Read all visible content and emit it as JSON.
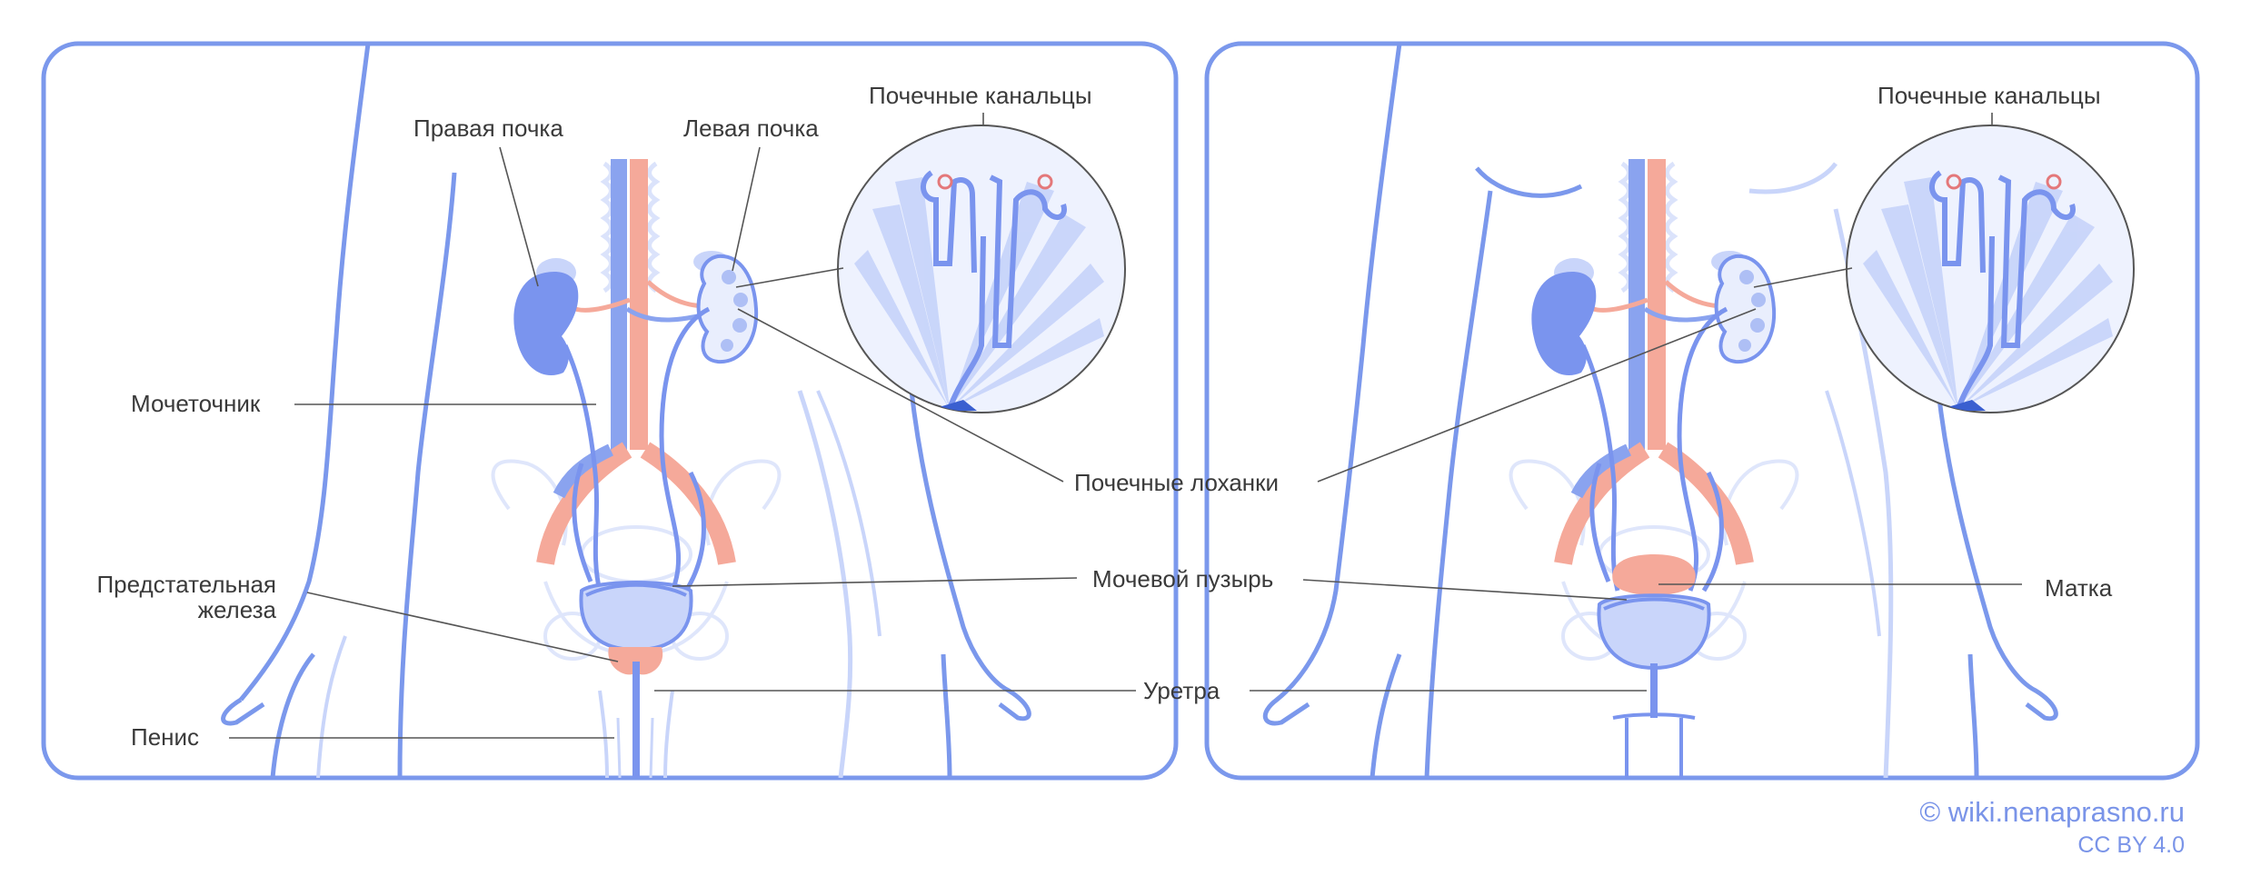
{
  "colors": {
    "outline": "#7b98ec",
    "organ": "#7a94ee",
    "organ_light": "#c9d5fa",
    "artery": "#f5a99a",
    "leader": "#555555",
    "credit": "#7a94e8"
  },
  "male_panel": {
    "labels": {
      "right_kidney": "Правая почка",
      "left_kidney": "Левая почка",
      "tubules": "Почечные канальцы",
      "ureter": "Мочеточник",
      "prostate_line1": "Предстательная",
      "prostate_line2": "железа",
      "penis": "Пенис"
    }
  },
  "shared_labels": {
    "renal_pelvis": "Почечные лоханки",
    "bladder": "Мочевой пузырь",
    "urethra": "Уретра"
  },
  "female_panel": {
    "labels": {
      "tubules": "Почечные канальцы",
      "uterus": "Матка"
    }
  },
  "credit": {
    "site": "© wiki.nenaprasno.ru",
    "license": "CC BY 4.0"
  }
}
